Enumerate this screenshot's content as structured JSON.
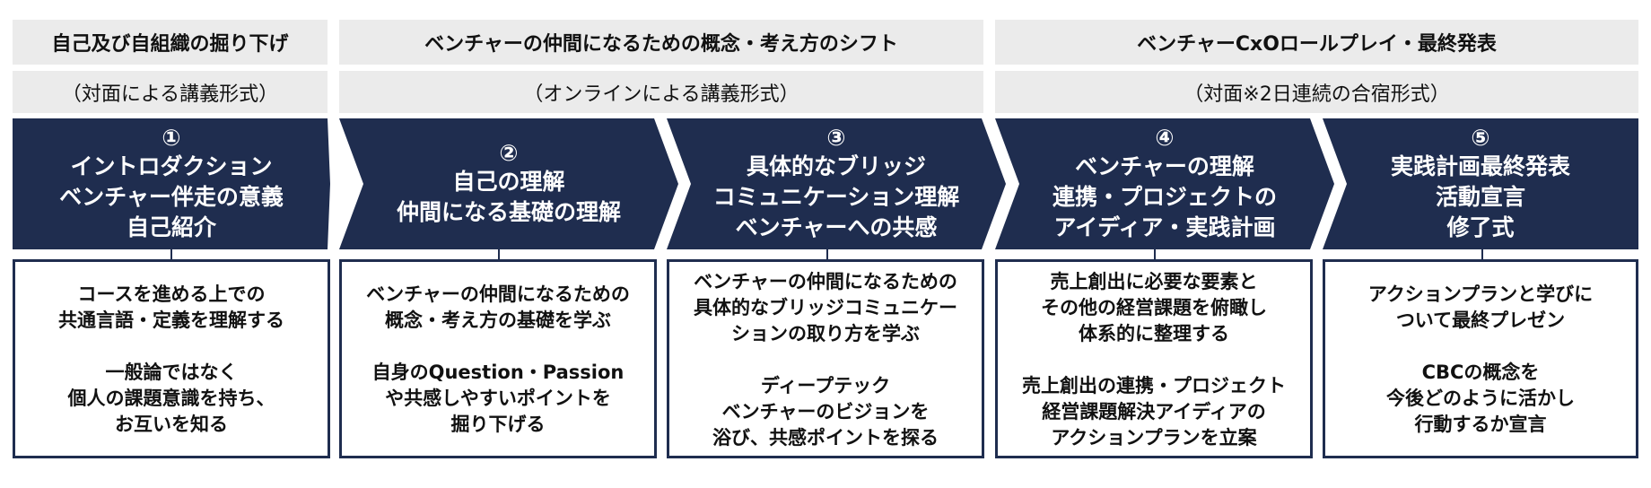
{
  "phases": [
    {
      "title": "自己及び自組織の掘り下げ",
      "format": "（対面による講義形式）"
    },
    {
      "title": "ベンチャーの仲間になるための概念・考え方のシフト",
      "format": "（オンラインによる講義形式）"
    },
    {
      "title": "ベンチャーCxOロールプレイ・最終発表",
      "format": "（対面※2日連続の合宿形式）"
    }
  ],
  "steps": [
    {
      "num": "①",
      "lines": [
        "イントロダクション",
        "ベンチャー伴走の意義",
        "自己紹介"
      ],
      "desc1": [
        "コースを進める上での",
        "共通言語・定義を理解する"
      ],
      "desc2": [
        "一般論ではなく",
        "個人の課題意識を持ち、",
        "お互いを知る"
      ]
    },
    {
      "num": "②",
      "lines": [
        "自己の理解",
        "仲間になる基礎の理解"
      ],
      "desc1": [
        "ベンチャーの仲間になるための",
        "概念・考え方の基礎を学ぶ"
      ],
      "desc2": [
        "自身のQuestion・Passion",
        "や共感しやすいポイントを",
        "掘り下げる"
      ]
    },
    {
      "num": "③",
      "lines": [
        "具体的なブリッジ",
        "コミュニケーション理解",
        "ベンチャーへの共感"
      ],
      "desc1": [
        "ベンチャーの仲間になるための",
        "具体的なブリッジコミュニケー",
        "ションの取り方を学ぶ"
      ],
      "desc2": [
        "ディープテック",
        "ベンチャーのビジョンを",
        "浴び、共感ポイントを探る"
      ]
    },
    {
      "num": "④",
      "lines": [
        "ベンチャーの理解",
        "連携・プロジェクトの",
        "アイディア・実践計画"
      ],
      "desc1": [
        "売上創出に必要な要素と",
        "その他の経営課題を俯瞰し",
        "体系的に整理する"
      ],
      "desc2": [
        "売上創出の連携・プロジェクト",
        "経営課題解決アイディアの",
        "アクションプランを立案"
      ]
    },
    {
      "num": "⑤",
      "lines": [
        "実践計画最終発表",
        "活動宣言",
        "修了式"
      ],
      "desc1": [
        "アクションプランと学びに",
        "ついて最終プレゼン"
      ],
      "desc2": [
        "CBCの概念を",
        "今後どのように活かし",
        "行動するか宣言"
      ]
    }
  ],
  "colors": {
    "navy": "#1f2d4f",
    "header_gray": "#ebebeb"
  }
}
